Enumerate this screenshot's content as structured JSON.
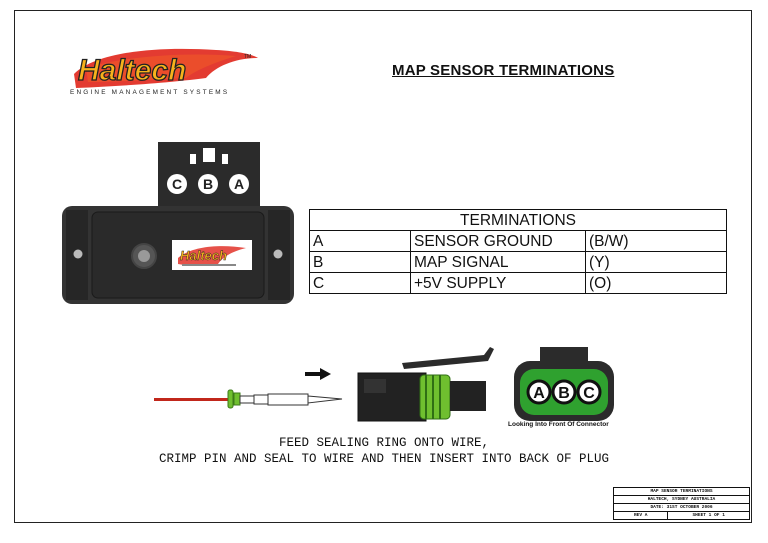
{
  "page": {
    "title": "MAP SENSOR TERMINATIONS"
  },
  "logo": {
    "brand": "Haltech",
    "tagline": "ENGINE MANAGEMENT SYSTEMS",
    "trademark": "TM"
  },
  "sensor": {
    "pin_labels": [
      "C",
      "B",
      "A"
    ],
    "label_brand": "Haltech"
  },
  "terminations": {
    "header": "TERMINATIONS",
    "rows": [
      {
        "pin": "A",
        "function": "SENSOR GROUND",
        "colour": "(B/W)"
      },
      {
        "pin": "B",
        "function": "MAP SIGNAL",
        "colour": "(Y)"
      },
      {
        "pin": "C",
        "function": "+5V SUPPLY",
        "colour": "(O)"
      }
    ]
  },
  "connector_front": {
    "pin_labels": [
      "A",
      "B",
      "C"
    ],
    "caption": "Looking Into Front Of Connector",
    "shell_color": "#2fa12f"
  },
  "instructions": {
    "line1": "FEED SEALING RING ONTO WIRE,",
    "line2": "CRIMP PIN AND SEAL TO WIRE AND THEN INSERT INTO BACK OF PLUG"
  },
  "title_block": {
    "title": "MAP SENSOR TERMINATIONS",
    "company": "HALTECH, SYDNEY AUSTRALIA",
    "date": "DATE: 31ST OCTOBER 2006",
    "rev": "REV A",
    "sheet": "SHEET 1 OF 1"
  },
  "colors": {
    "wire": "#c1271b",
    "seal": "#6fbf2f",
    "sensor_body": "#333333",
    "logo_red": "#e0261b",
    "logo_yellow": "#f7b21c"
  }
}
